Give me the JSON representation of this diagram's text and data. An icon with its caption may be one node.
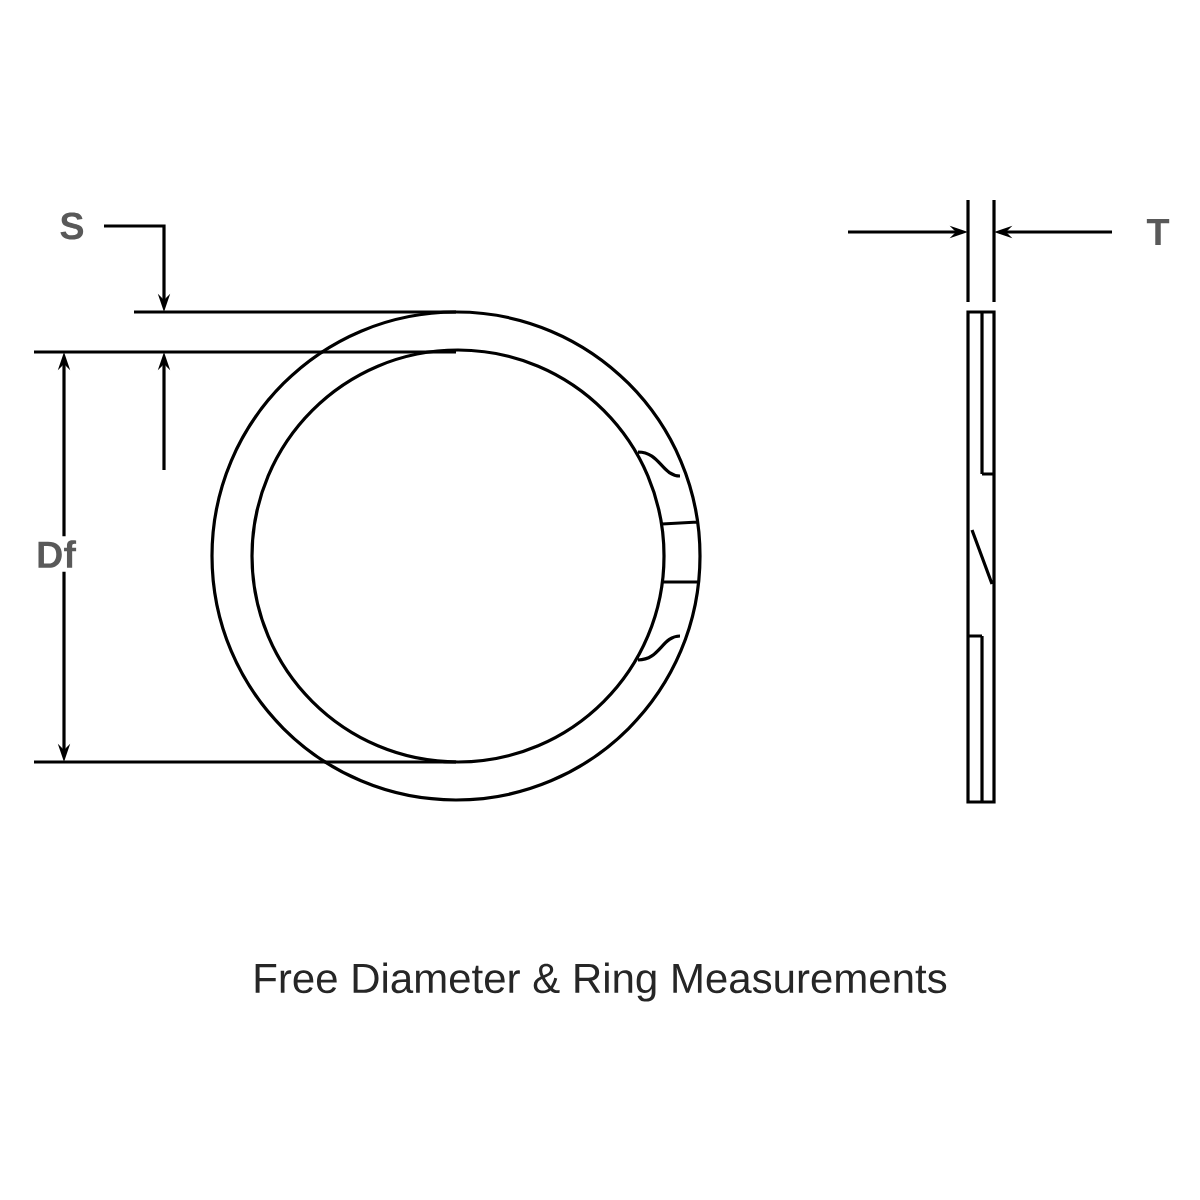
{
  "diagram": {
    "caption": "Free Diameter & Ring Measurements",
    "labels": [
      "S",
      "T",
      "Df"
    ]
  }
}
